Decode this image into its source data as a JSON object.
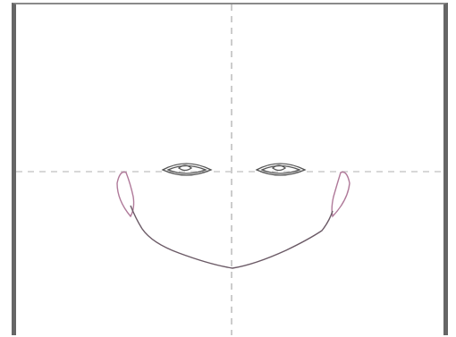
{
  "canvas": {
    "background": "#ffffff",
    "frame_color": "#666666",
    "guide_color": "#cccccc"
  },
  "drawing": {
    "subject": "face-outline-sketch",
    "parts": [
      {
        "name": "left-eye",
        "icon": "eye-icon"
      },
      {
        "name": "right-eye",
        "icon": "eye-icon"
      },
      {
        "name": "left-ear",
        "icon": "ear-icon"
      },
      {
        "name": "right-ear",
        "icon": "ear-icon"
      },
      {
        "name": "jawline",
        "icon": "jawline-icon"
      }
    ],
    "colors": {
      "stroke": "#555555",
      "ear_stroke": "#b07a9a"
    }
  }
}
